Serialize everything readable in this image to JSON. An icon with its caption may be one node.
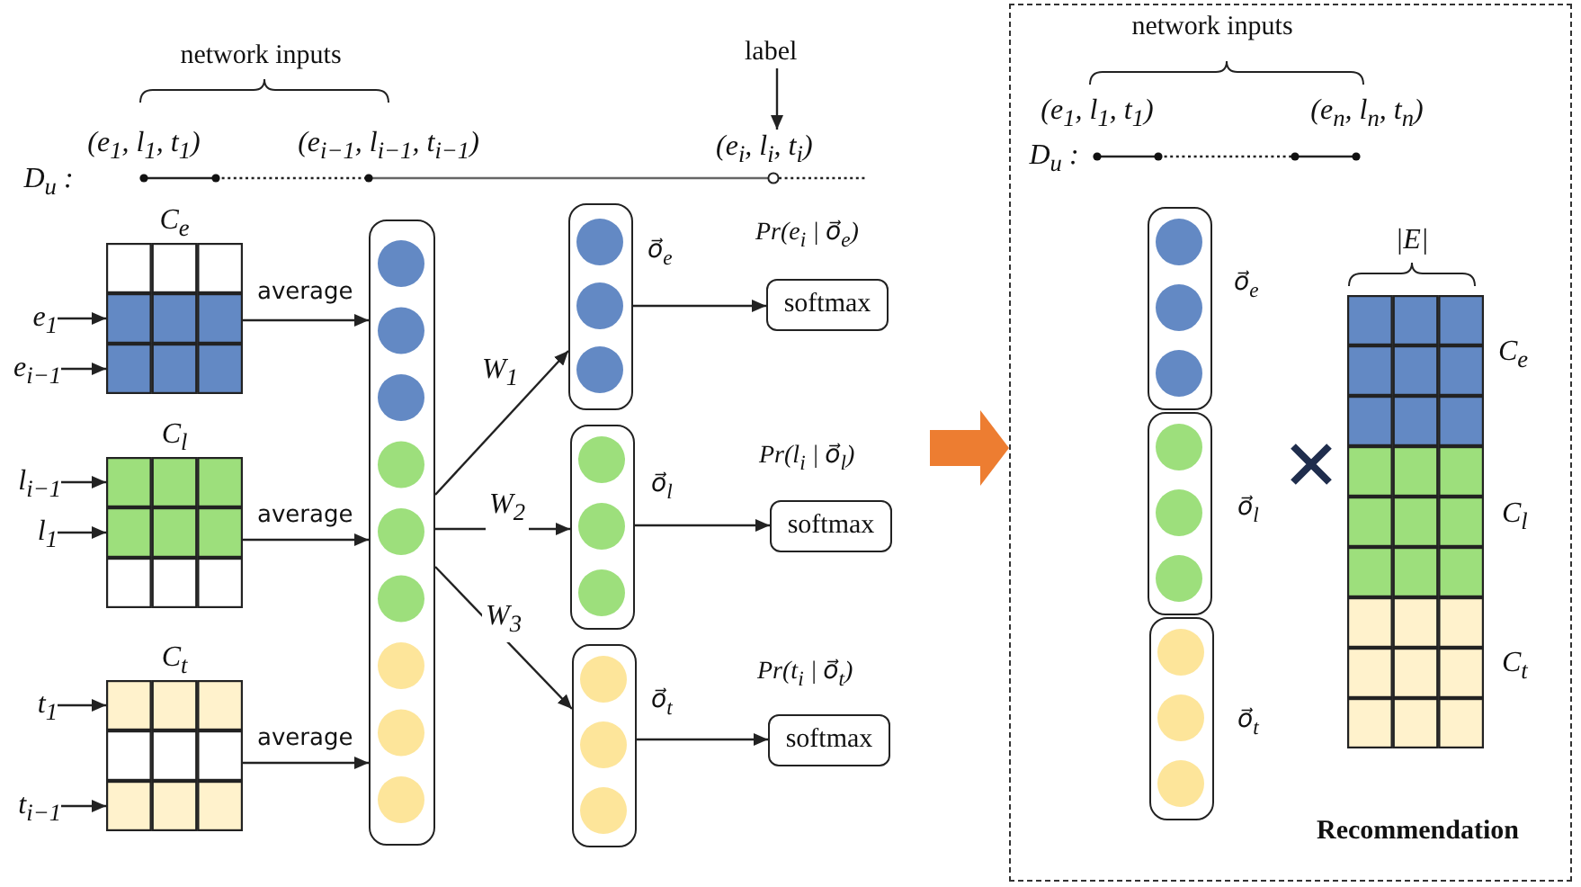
{
  "diagram": {
    "nodes": [
      {
        "text": [
          "C$_{e}$"
        ]
      },
      {
        "text": [
          "e$_{1}$"
        ]
      },
      {
        "text": [
          "e$_{i−1}$"
        ]
      },
      {
        "text": [
          "C$_{l}$"
        ]
      },
      {
        "text": [
          "l$_{i−1}$"
        ]
      },
      {
        "text": [
          "l$_{1}$"
        ]
      },
      {
        "text": [
          "C$_{t}$"
        ]
      },
      {
        "text": [
          "t$_{1}$"
        ]
      },
      {
        "text": [
          "t$_{i−1}$"
        ]
      },
      {
        "text": [],
        "shape": "box"
      },
      {
        "text": [],
        "shape": "box",
        "beside": [
          "o⃗$_{e}$"
        ]
      },
      {
        "text": [],
        "shape": "box",
        "beside": [
          "o⃗$_{l}$"
        ]
      },
      {
        "text": [],
        "shape": "box",
        "beside": [
          "o⃗$_{t}$"
        ]
      },
      {
        "text": [
          "softmax"
        ],
        "beside": [
          "Pr(e$_{i}$ | o⃗$_{e}$)"
        ]
      },
      {
        "text": [
          "softmax"
        ],
        "beside": [
          "Pr(l$_{i}$ | o⃗$_{l}$)"
        ]
      },
      {
        "text": [
          "softmax"
        ],
        "beside": [
          "Pr(t$_{i}$ | o⃗$_{t}$)"
        ]
      },
      {
        "text": [
          "label"
        ]
      },
      {
        "text": [
          "(e$_{i}$, l$_{i}$, t$_{i}$)"
        ]
      },
      {
        "text": [
          "Recommendation"
        ]
      },
      {
        "text": [],
        "shape": "box",
        "in": 18,
        "beside": [
          "o⃗$_{e}$"
        ]
      },
      {
        "text": [],
        "shape": "box",
        "in": 18,
        "beside": [
          "o⃗$_{l}$"
        ]
      },
      {
        "text": [],
        "shape": "box",
        "in": 18,
        "beside": [
          "o⃗$_{t}$"
        ]
      },
      {
        "text": [],
        "shape": "box",
        "in": 18,
        "beside": [
          "C$_{e}$"
        ]
      },
      {
        "text": [],
        "shape": "box",
        "in": 18,
        "beside": [
          "C$_{l}$"
        ]
      },
      {
        "text": [],
        "shape": "box",
        "in": 18,
        "beside": [
          "C$_{t}$"
        ]
      }
    ],
    "edges": [
      {
        "from": 1,
        "to": 0,
        "arrow": "to"
      },
      {
        "from": 2,
        "to": 0,
        "arrow": "to"
      },
      {
        "from": 4,
        "to": 3,
        "arrow": "to"
      },
      {
        "from": 5,
        "to": 3,
        "arrow": "to"
      },
      {
        "from": 7,
        "to": 6,
        "arrow": "to"
      },
      {
        "from": 8,
        "to": 6,
        "arrow": "to"
      },
      {
        "from": 0,
        "to": 9,
        "arrow": "to",
        "label": "average"
      },
      {
        "from": 3,
        "to": 9,
        "arrow": "to",
        "label": "average"
      },
      {
        "from": 6,
        "to": 9,
        "arrow": "to",
        "label": "average"
      },
      {
        "from": 9,
        "to": 10,
        "arrow": "to",
        "label": "W$_{1}$"
      },
      {
        "from": 9,
        "to": 11,
        "arrow": "to",
        "label": "W$_{2}$"
      },
      {
        "from": 9,
        "to": 12,
        "arrow": "to",
        "label": "W$_{3}$"
      },
      {
        "from": 10,
        "to": 13,
        "arrow": "to"
      },
      {
        "from": 11,
        "to": 14,
        "arrow": "to"
      },
      {
        "from": 12,
        "to": 15,
        "arrow": "to"
      },
      {
        "from": 16,
        "to": 17,
        "arrow": "to"
      },
      {
        "from": null,
        "to": 18,
        "arrow": "to",
        "style": "thick",
        "color": "#ed7d31"
      }
    ],
    "labels": [
      "network inputs",
      "(e$_{1}$, l$_{1}$, t$_{1}$)",
      "(e$_{i−1}$, l$_{i−1}$, t$_{i−1}$)",
      "D$_{u}$ :",
      "network inputs",
      "(e$_{1}$, l$_{1}$, t$_{1}$)",
      "(e$_{n}$, l$_{n}$, t$_{n}$)",
      "D$_{u}$ :",
      "|E|"
    ]
  }
}
